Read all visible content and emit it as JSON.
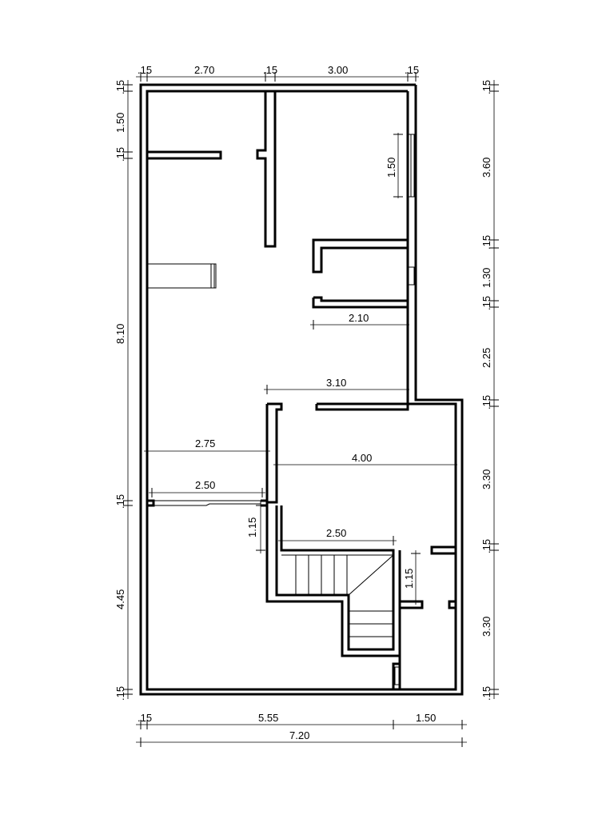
{
  "top_dims": [
    ".15",
    "2.70",
    ".15",
    "3.00",
    ".15"
  ],
  "left_dims": [
    ".15",
    "1.50",
    ".15",
    "8.10",
    ".15",
    "4.45",
    ".15"
  ],
  "right_dims": [
    ".15",
    "3.60",
    ".15",
    "1.30",
    ".15",
    "2.25",
    ".15",
    "3.30",
    ".15",
    "3.30",
    ".15"
  ],
  "bottom_dims": [
    ".15",
    "5.55",
    "1.50"
  ],
  "bottom_total": "7.20",
  "inner_dims": {
    "window_height": "1.50",
    "corridor_width_upper": "2.10",
    "corridor_width_lower": "3.10",
    "left_room_width": "2.75",
    "right_room_width": "4.00",
    "opening_width_left": "2.50",
    "stair_width": "2.50",
    "stair_depth_left": "1.15",
    "stair_depth_right": "1.15"
  }
}
